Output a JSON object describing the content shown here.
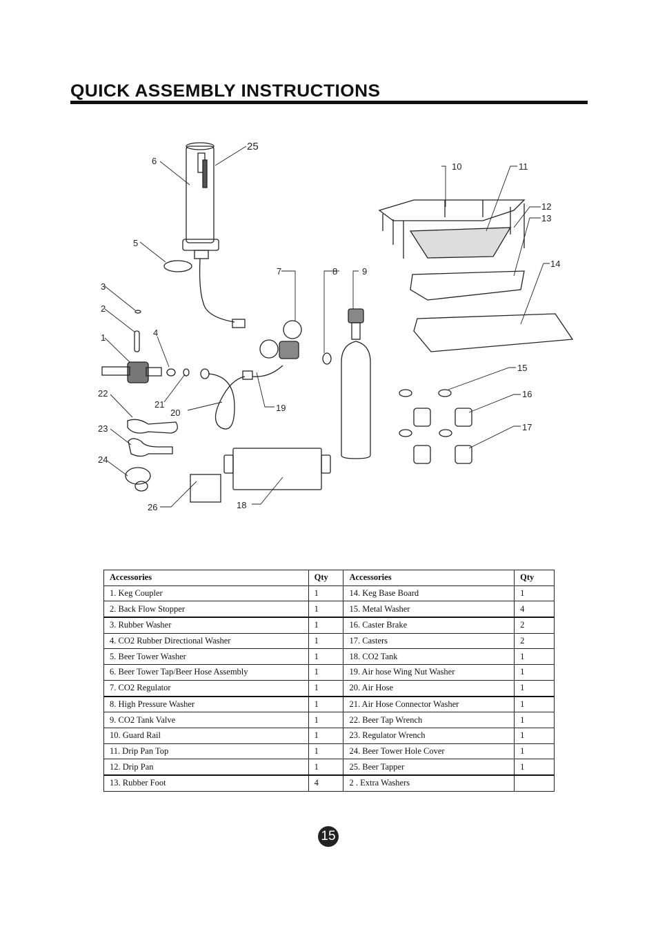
{
  "title": "QUICK ASSEMBLY INSTRUCTIONS",
  "diagram": {
    "callouts": [
      "1",
      "2",
      "3",
      "4",
      "5",
      "6",
      "7",
      "8",
      "9",
      "10",
      "11",
      "12",
      "13",
      "14",
      "15",
      "16",
      "17",
      "18",
      "19",
      "20",
      "21",
      "22",
      "23",
      "24",
      "25",
      "26"
    ]
  },
  "table": {
    "headers": {
      "left_name": "Accessories",
      "left_qty": "Qty",
      "right_name": "Accessories",
      "right_qty": "Qty"
    },
    "rows": [
      {
        "left_name": "1. Keg Coupler",
        "left_qty": "1",
        "right_name": "14. Keg Base Board",
        "right_qty": "1"
      },
      {
        "left_name": "2. Back Flow Stopper",
        "left_qty": "1",
        "right_name": "15. Metal Washer",
        "right_qty": "4"
      },
      {
        "left_name": "3. Rubber Washer",
        "left_qty": "1",
        "right_name": "16. Caster Brake",
        "right_qty": "2"
      },
      {
        "left_name": "4. CO2 Rubber Directional Washer",
        "left_qty": "1",
        "right_name": "17. Casters",
        "right_qty": "2"
      },
      {
        "left_name": "5. Beer Tower Washer",
        "left_qty": "1",
        "right_name": "18. CO2 Tank",
        "right_qty": "1"
      },
      {
        "left_name": "6. Beer Tower Tap/Beer Hose Assembly",
        "left_qty": "1",
        "right_name": "19. Air hose Wing Nut Washer",
        "right_qty": "1"
      },
      {
        "left_name": "7. CO2 Regulator",
        "left_qty": "1",
        "right_name": "20. Air Hose",
        "right_qty": "1"
      },
      {
        "left_name": "8. High Pressure Washer",
        "left_qty": "1",
        "right_name": "21. Air Hose Connector Washer",
        "right_qty": "1"
      },
      {
        "left_name": "9. CO2 Tank Valve",
        "left_qty": "1",
        "right_name": "22. Beer Tap Wrench",
        "right_qty": "1"
      },
      {
        "left_name": "10. Guard Rail",
        "left_qty": "1",
        "right_name": "23. Regulator Wrench",
        "right_qty": "1"
      },
      {
        "left_name": "11. Drip Pan Top",
        "left_qty": "1",
        "right_name": "24. Beer Tower Hole Cover",
        "right_qty": "1"
      },
      {
        "left_name": "12. Drip Pan",
        "left_qty": "1",
        "right_name": "25. Beer Tapper",
        "right_qty": "1"
      },
      {
        "left_name": "13. Rubber Foot",
        "left_qty": "4",
        "right_name": "2 . Extra Washers",
        "right_qty": ""
      }
    ]
  },
  "page_number": "15"
}
